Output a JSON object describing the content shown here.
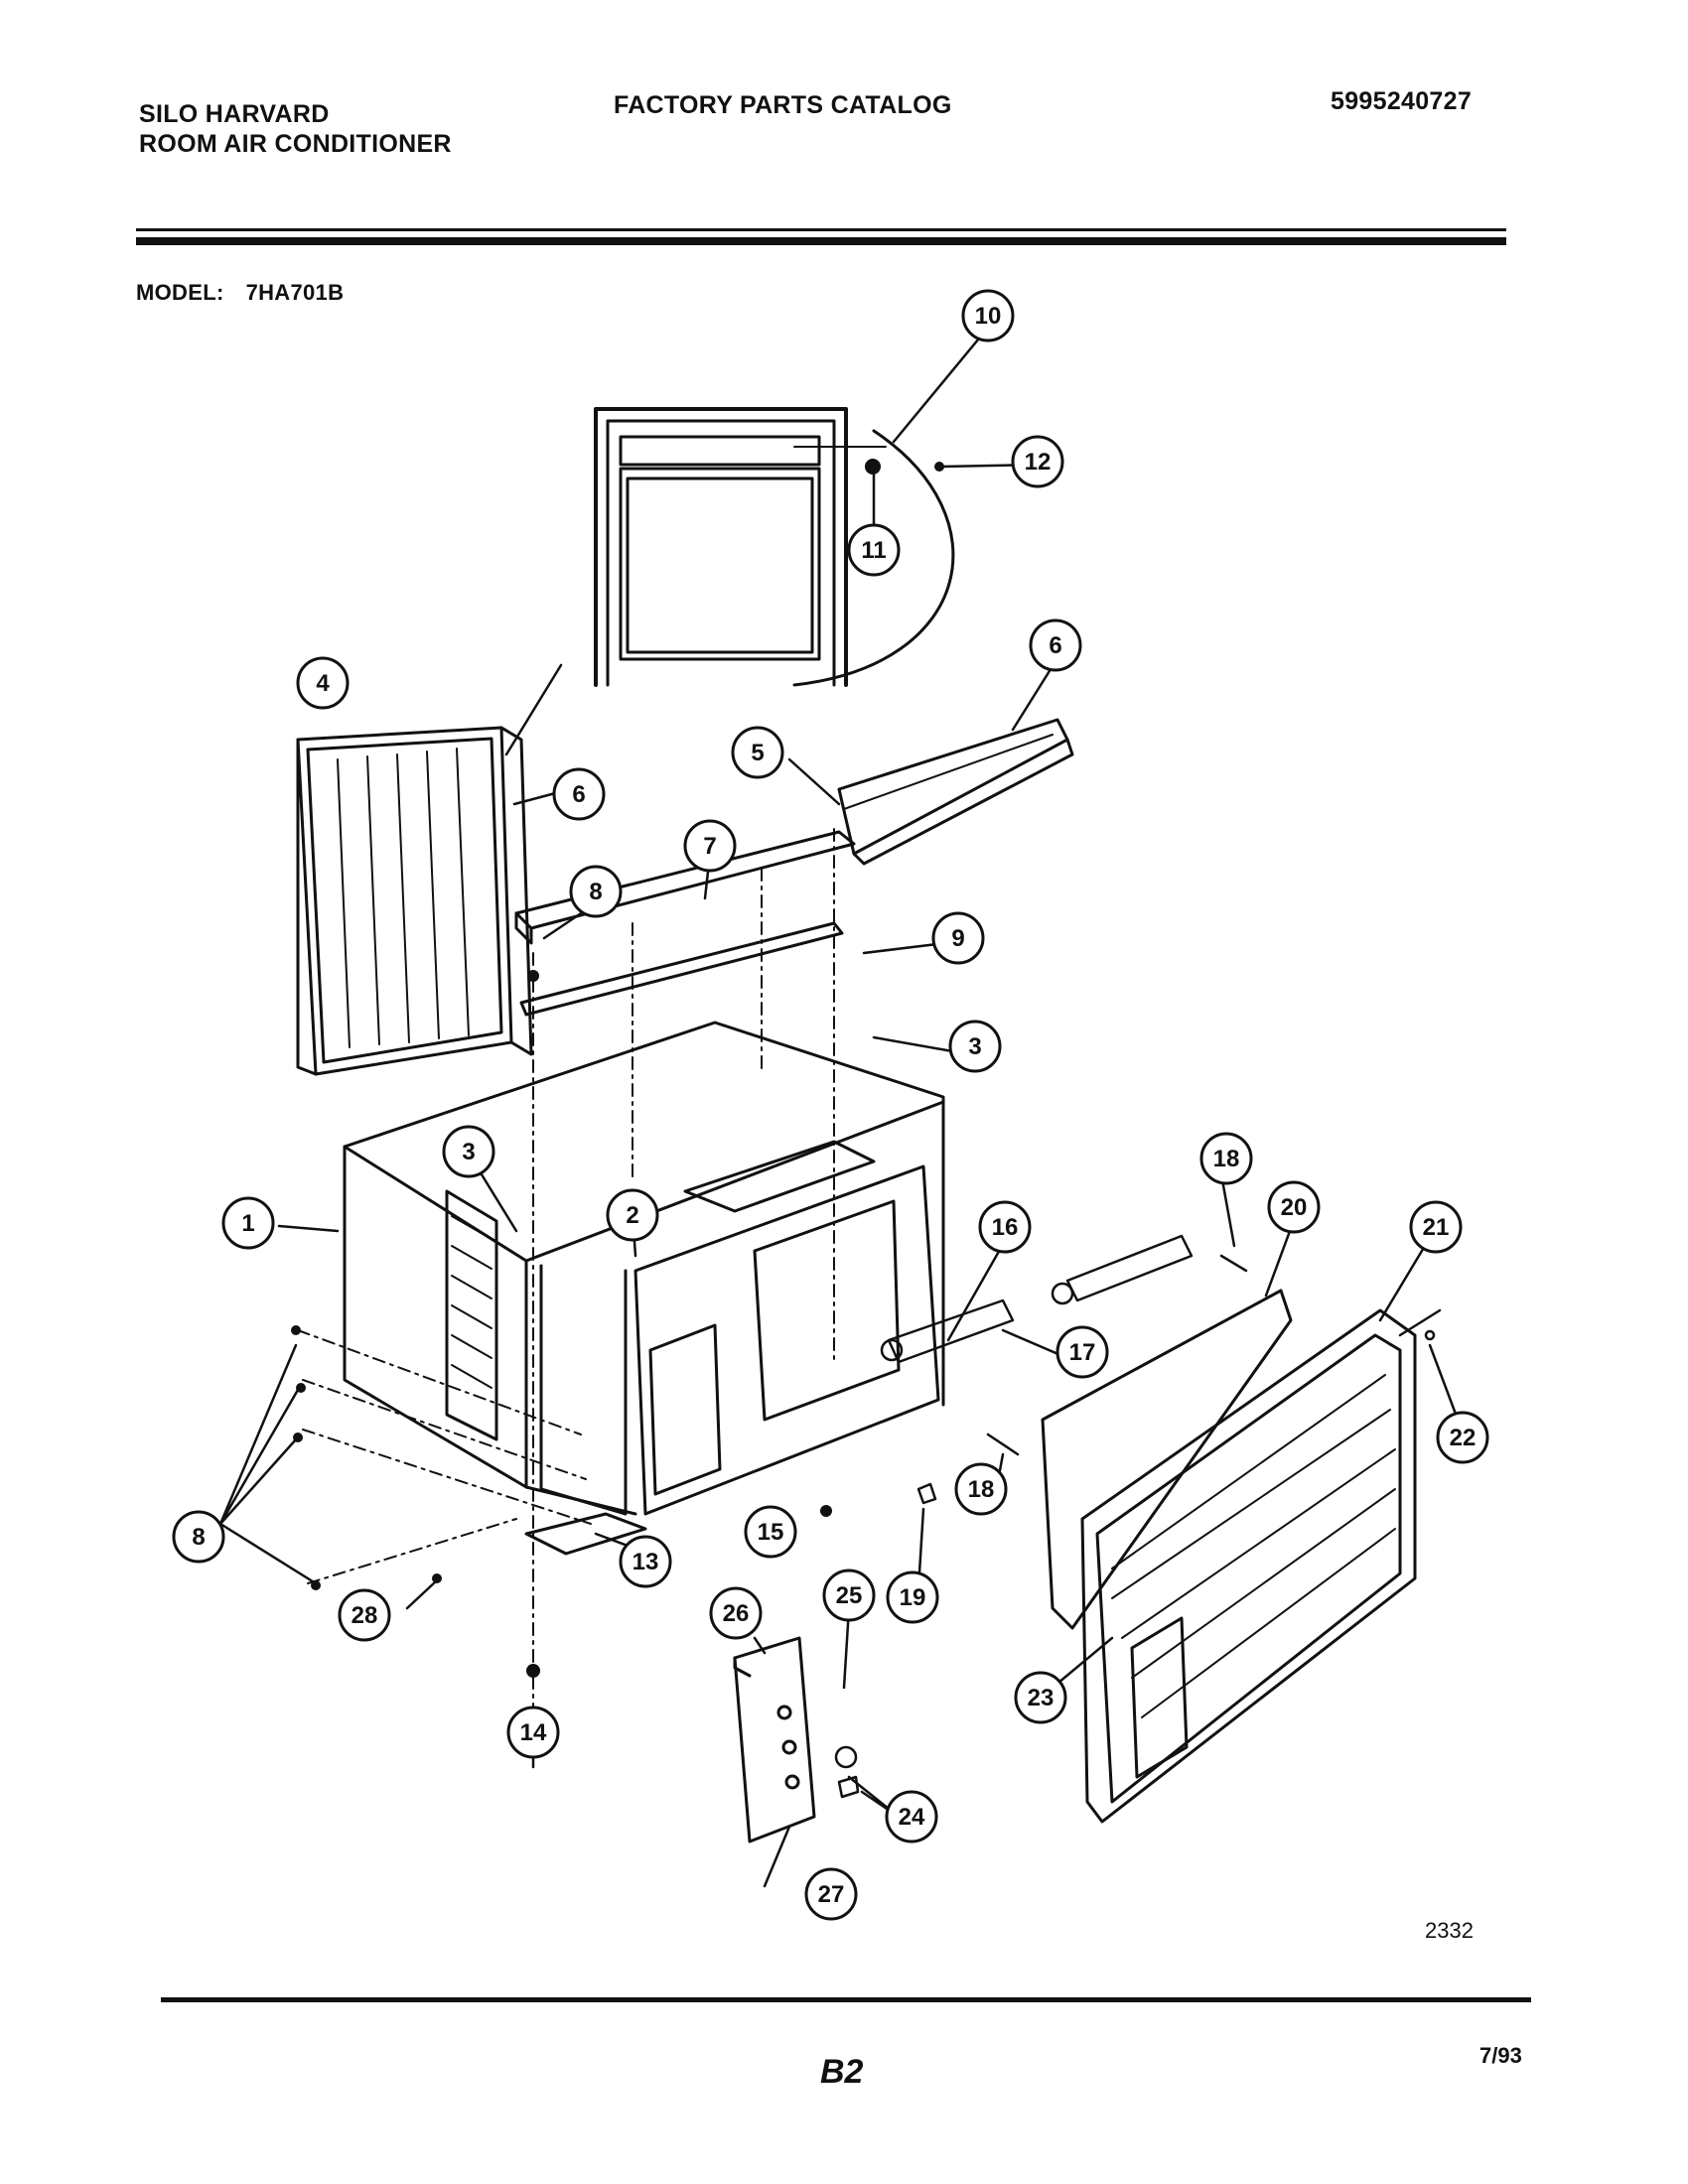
{
  "header": {
    "brand_line1": "SILO HARVARD",
    "brand_line2": "ROOM AIR CONDITIONER",
    "catalog_title": "FACTORY PARTS CATALOG",
    "part_number": "5995240727"
  },
  "model": {
    "label": "MODEL:",
    "value": "7HA701B"
  },
  "footer": {
    "drawing_number": "2332",
    "page": "B2",
    "date": "7/93"
  },
  "callouts": [
    "1",
    "2",
    "3",
    "3",
    "4",
    "5",
    "6",
    "6",
    "7",
    "8",
    "8",
    "9",
    "10",
    "11",
    "12",
    "13",
    "14",
    "15",
    "16",
    "17",
    "18",
    "18",
    "19",
    "20",
    "21",
    "22",
    "23",
    "24",
    "25",
    "26",
    "27",
    "28"
  ]
}
